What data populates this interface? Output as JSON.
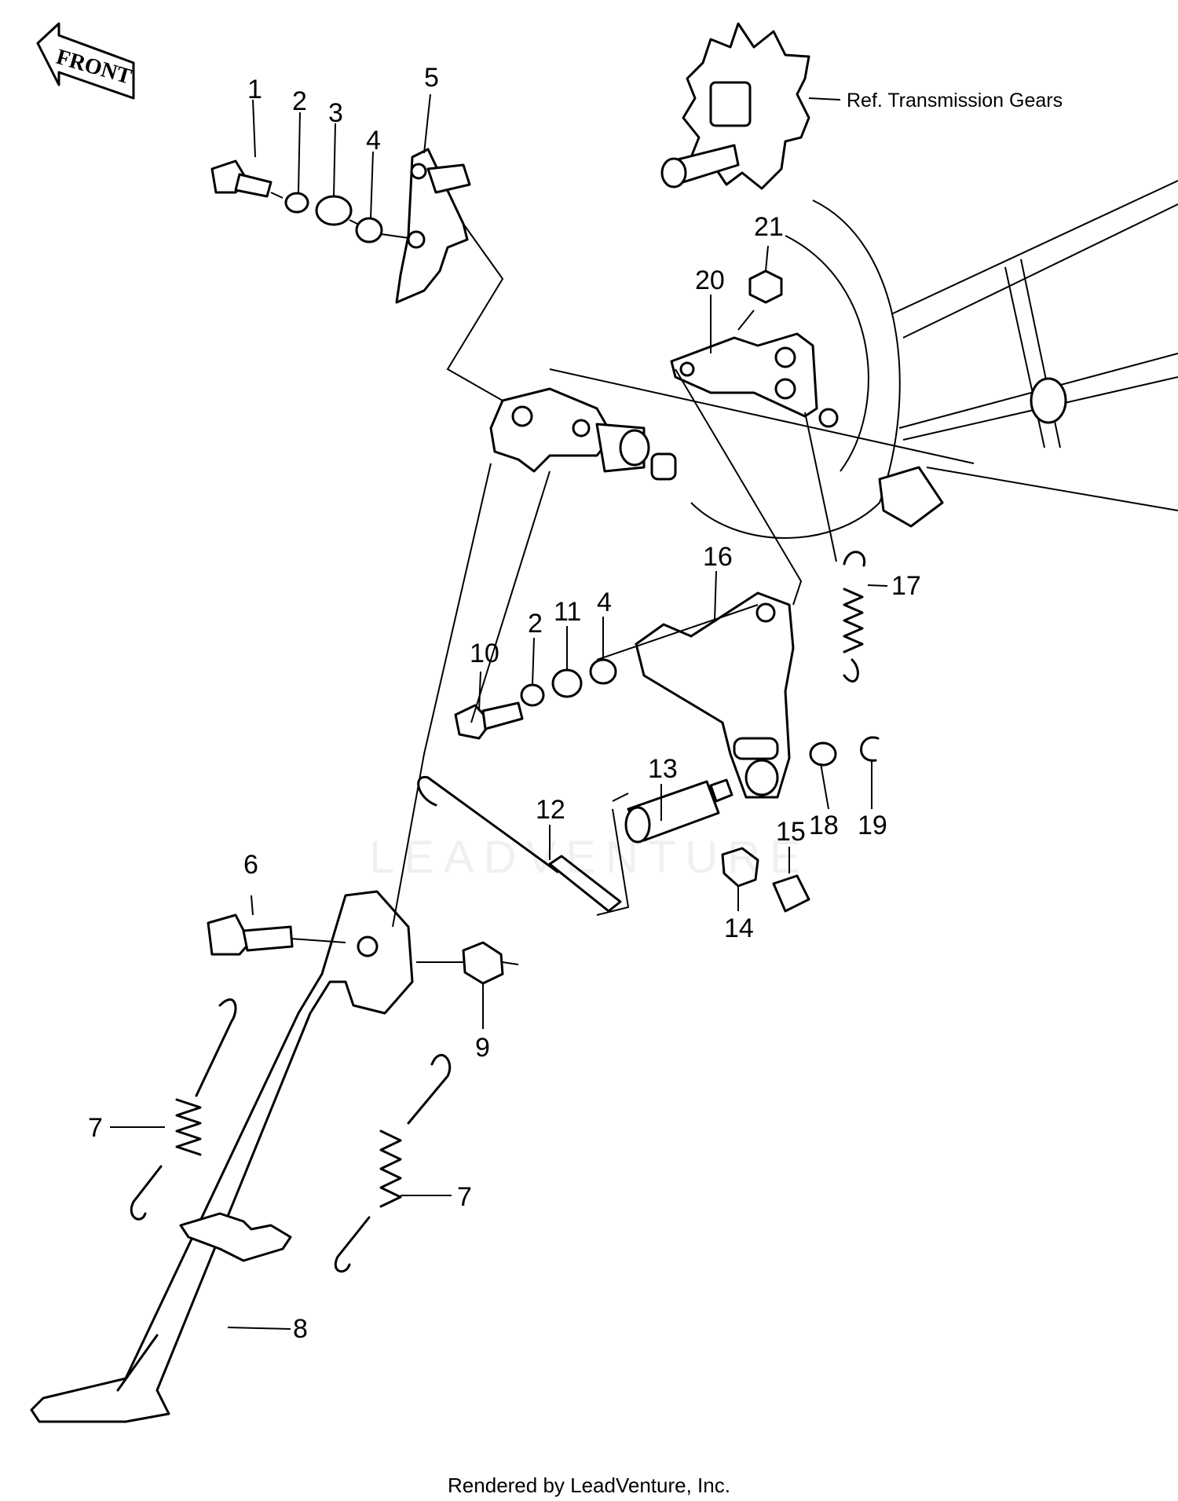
{
  "front_label": "FRONT",
  "reference_label": "Ref.   Transmission Gears",
  "watermark": "LEADVENTURE",
  "footer": "Rendered by LeadVenture, Inc.",
  "callouts": {
    "c1": "1",
    "c2a": "2",
    "c3": "3",
    "c4a": "4",
    "c5": "5",
    "c6": "6",
    "c7a": "7",
    "c7b": "7",
    "c8": "8",
    "c9": "9",
    "c10": "10",
    "c2b": "2",
    "c11": "11",
    "c4b": "4",
    "c12": "12",
    "c13": "13",
    "c14": "14",
    "c15": "15",
    "c16": "16",
    "c17": "17",
    "c18": "18",
    "c19": "19",
    "c20": "20",
    "c21": "21"
  }
}
